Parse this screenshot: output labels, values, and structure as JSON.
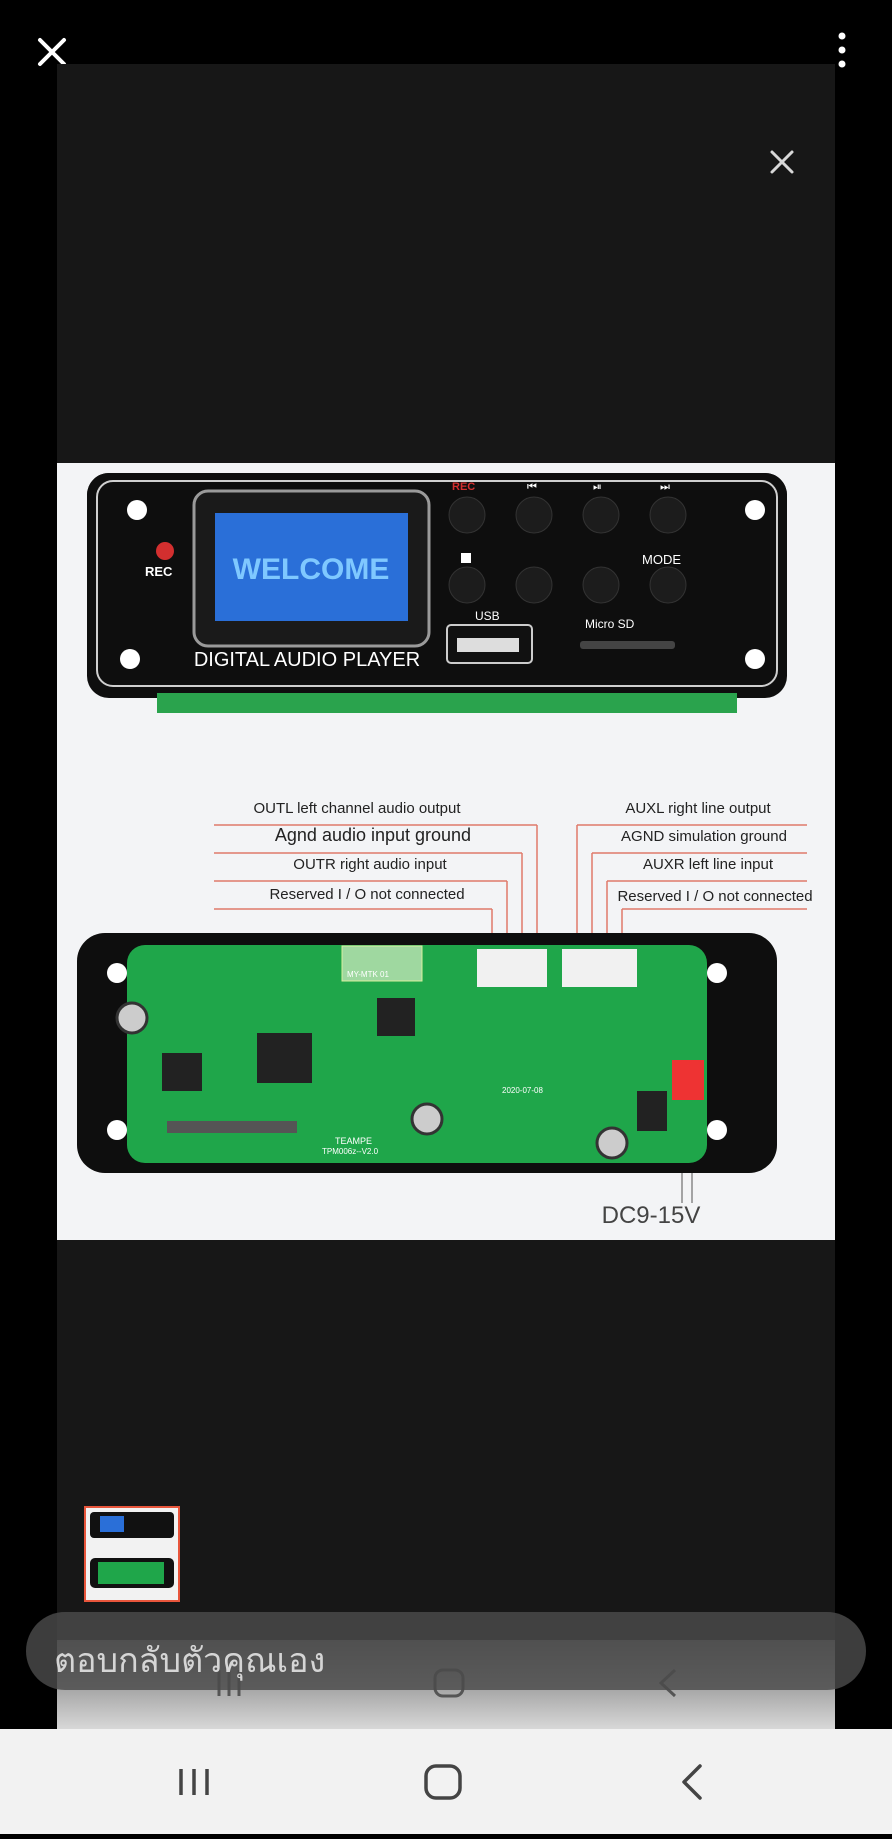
{
  "top_bar": {
    "close_icon": "close-icon",
    "menu_icon": "more-vert-icon"
  },
  "viewer": {
    "close_icon": "close-icon"
  },
  "product": {
    "screen_text": "WELCOME",
    "panel_label": "DIGITAL AUDIO PLAYER",
    "rec_label": "REC",
    "rec_top_label": "REC",
    "usb_label": "USB",
    "mode_label": "MODE",
    "micro_sd_label": "Micro SD",
    "left_labels": [
      "OUTL left channel audio output",
      "Agnd audio input ground",
      "OUTR right audio input",
      "Reserved I / O not connected"
    ],
    "right_labels": [
      "AUXL right line output",
      "AGND simulation ground",
      "AUXR left line input",
      "Reserved I / O not connected"
    ],
    "dc_label": "DC9-15V",
    "board_text_1": "TEAMPE",
    "board_text_2": "TPM006z--V2.0",
    "board_text_3": "2020-07-08",
    "bt_module_text": "MY-MTK 01",
    "colors": {
      "screen": "#2a6fd8",
      "pcb": "#1fa64a",
      "panel": "#121212"
    }
  },
  "reply": {
    "placeholder": "ตอบกลับตัวคุณเอง"
  },
  "system_nav": {
    "recents_icon": "recents-icon",
    "home_icon": "home-icon",
    "back_icon": "back-icon"
  }
}
